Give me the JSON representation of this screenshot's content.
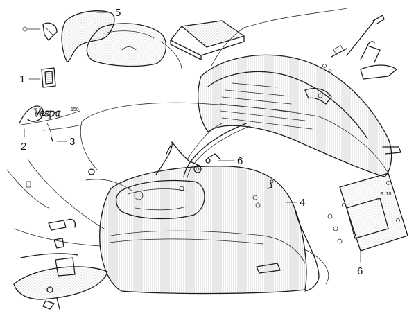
{
  "callouts": [
    {
      "id": "callout-1",
      "text": "1"
    },
    {
      "id": "callout-2",
      "text": "2"
    },
    {
      "id": "callout-3",
      "text": "3"
    },
    {
      "id": "callout-4",
      "text": "4"
    },
    {
      "id": "callout-5",
      "text": "5"
    },
    {
      "id": "callout-6a",
      "text": "6"
    },
    {
      "id": "callout-6b",
      "text": "6"
    }
  ],
  "badge": {
    "brand": "Vespa",
    "model": "150"
  },
  "plate_text": "S. 10",
  "colors": {
    "ink": "#1c1c1c",
    "paper": "#ffffff"
  }
}
